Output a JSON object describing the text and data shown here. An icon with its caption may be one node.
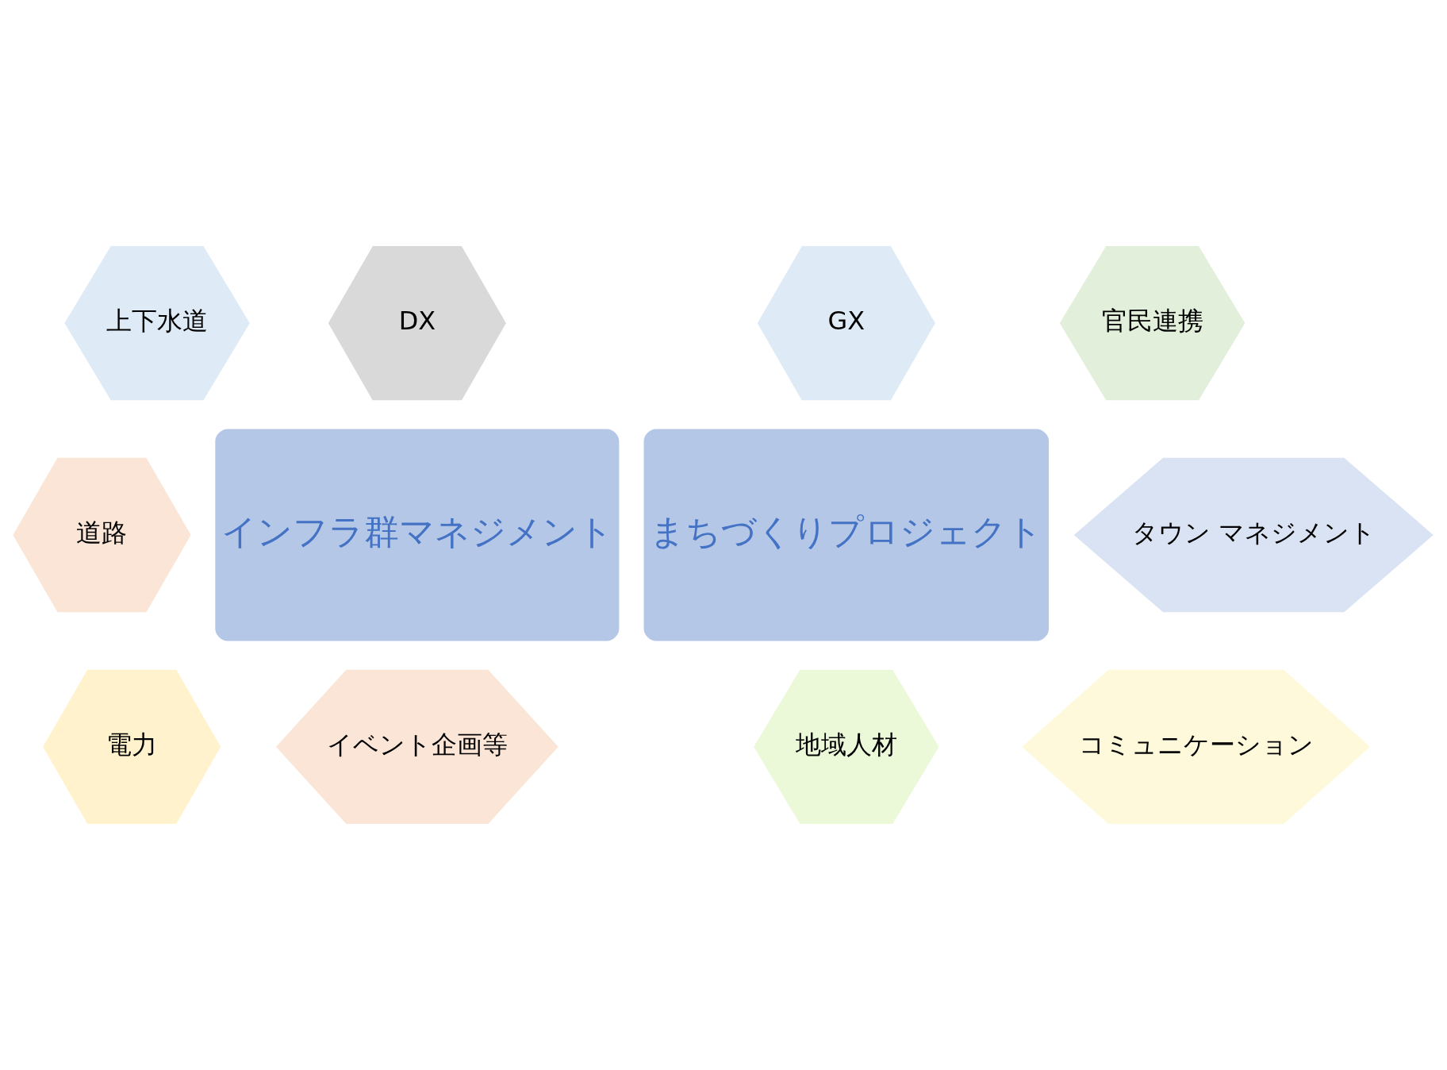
{
  "diagram": {
    "nodes": [
      {
        "text": [
          "DX"
        ]
      },
      {
        "text": [
          "上下水道"
        ]
      },
      {
        "text": [
          "官民連携"
        ]
      },
      {
        "text": [
          "GX"
        ]
      },
      {
        "text": [
          "タウン マネジメント"
        ]
      },
      {
        "text": [
          "道路"
        ]
      },
      {
        "text": [
          "インフラ群マネジメント"
        ]
      },
      {
        "text": [
          "まちづくりプロジェクト"
        ]
      },
      {
        "text": [
          "電力"
        ]
      },
      {
        "text": [
          "イベント企画等"
        ]
      },
      {
        "text": [
          "コミュニケーション"
        ]
      },
      {
        "text": [
          "地域人材"
        ]
      }
    ],
    "edges": []
  }
}
